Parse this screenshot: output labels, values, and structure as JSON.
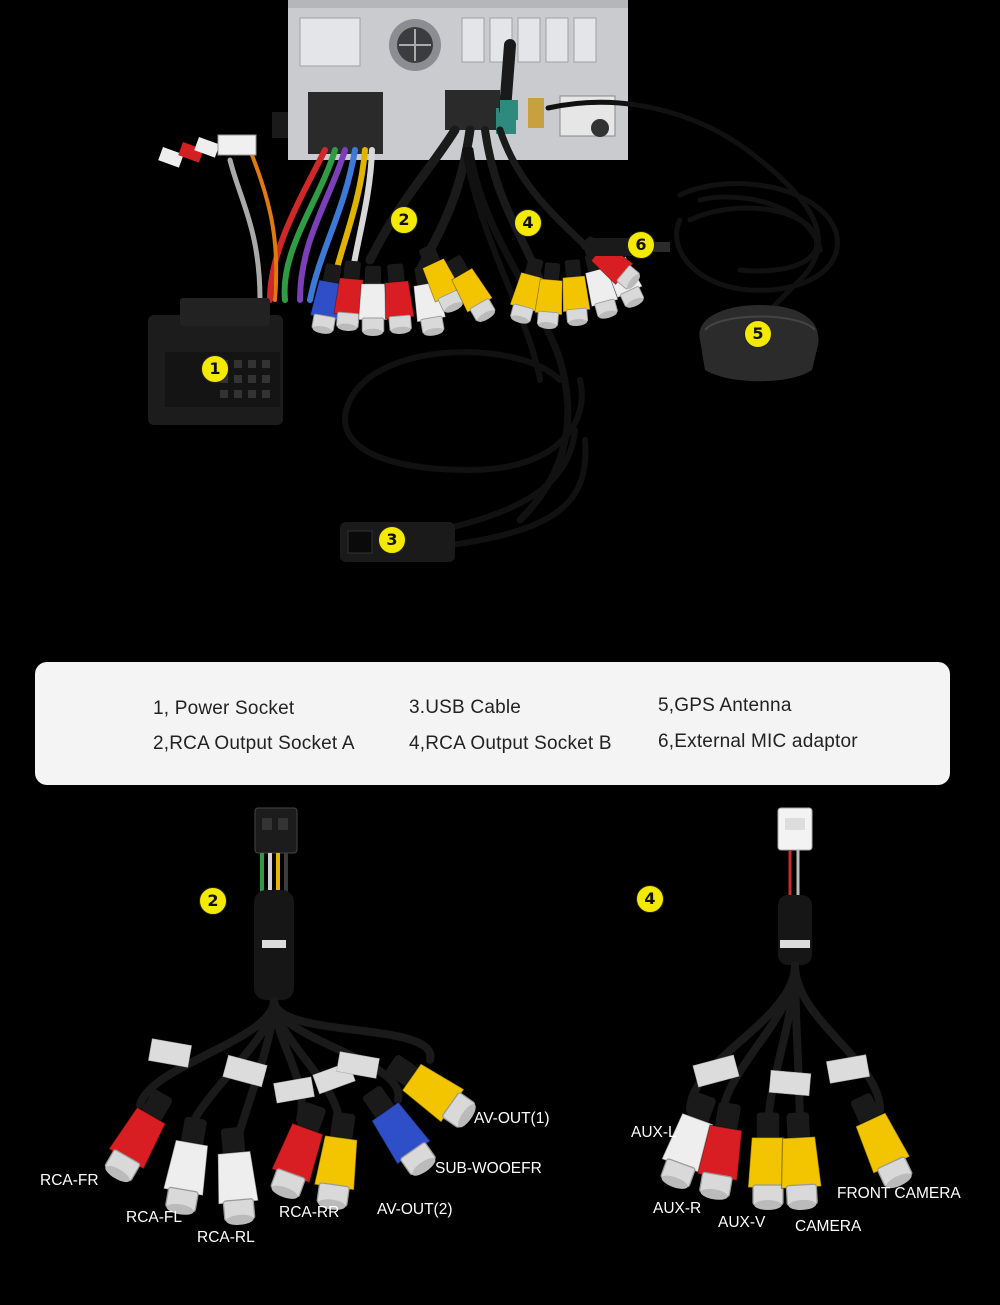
{
  "legend": {
    "items": [
      {
        "num": "1",
        "text": "1, Power Socket"
      },
      {
        "num": "2",
        "text": "2,RCA Output Socket A"
      },
      {
        "num": "3",
        "text": "3.USB Cable"
      },
      {
        "num": "4",
        "text": "4,RCA Output Socket B"
      },
      {
        "num": "5",
        "text": "5,GPS Antenna"
      },
      {
        "num": "6",
        "text": "6,External MIC adaptor"
      }
    ]
  },
  "badges": {
    "b1": "1",
    "b2": "2",
    "b3": "3",
    "b4": "4",
    "b5": "5",
    "b6": "6",
    "detail_a": "2",
    "detail_b": "4"
  },
  "socket_a_labels": {
    "rca_fr": "RCA-FR",
    "rca_fl": "RCA-FL",
    "rca_rl": "RCA-RL",
    "rca_rr": "RCA-RR",
    "av_out_2": "AV-OUT(2)",
    "sub_woofer": "SUB-WOOEFR",
    "av_out_1": "AV-OUT(1)"
  },
  "socket_b_labels": {
    "aux_l": "AUX-L",
    "aux_r": "AUX-R",
    "aux_v": "AUX-V",
    "camera": "CAMERA",
    "front_camera": "FRONT CAMERA"
  },
  "colors": {
    "background": "#000000",
    "legend_bg": "#f4f4f4",
    "badge": "#f4e900",
    "rca_red": "#d81e22",
    "rca_white": "#eeeeee",
    "rca_yellow": "#f2c500",
    "rca_blue": "#2f4fc8"
  }
}
